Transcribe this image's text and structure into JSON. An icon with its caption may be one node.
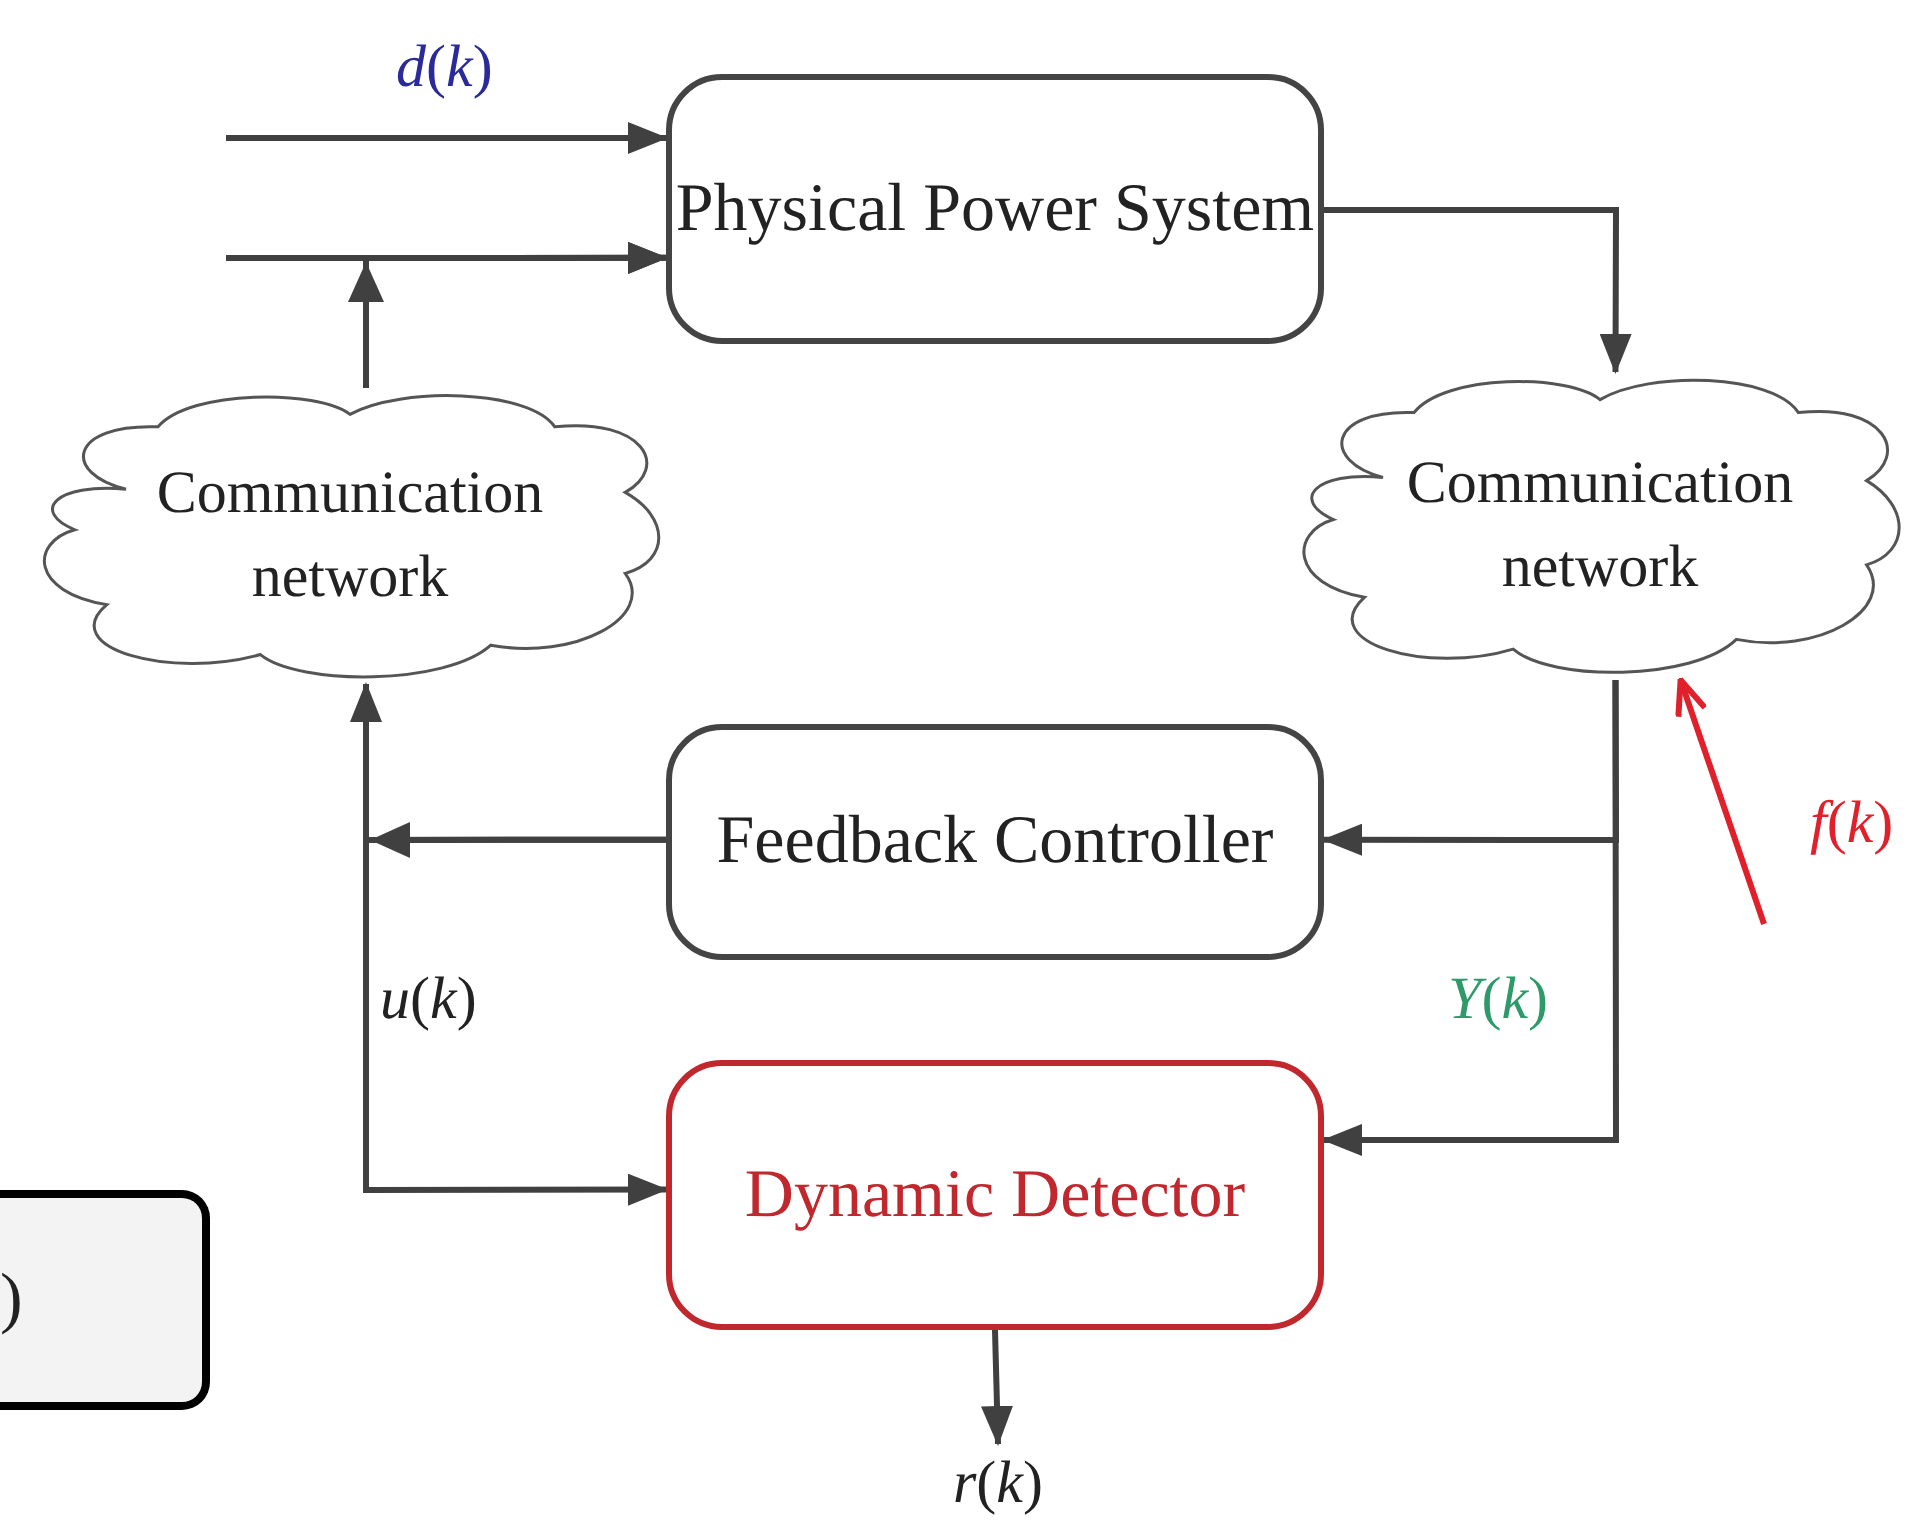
{
  "diagram": {
    "nodes": [
      {
        "text": [
          "Physical Power System"
        ]
      },
      {
        "text": [
          "Communication network"
        ]
      },
      {
        "text": [
          "Communication network"
        ]
      },
      {
        "text": [
          "Feedback Controller"
        ]
      },
      {
        "text": [
          "Dynamic Detector"
        ]
      },
      {
        "text": [
          "*r*(*k*)"
        ]
      },
      {
        "text": [
          ")"
        ]
      }
    ],
    "edges": [
      {
        "from": null,
        "to": 0,
        "arrow": "to",
        "label": "*d*(*k*)"
      },
      {
        "from": null,
        "to": 0,
        "arrow": "to"
      },
      {
        "from": 1,
        "to": 0,
        "arrow": "to"
      },
      {
        "from": 0,
        "to": 2,
        "arrow": "to"
      },
      {
        "from": null,
        "to": 2,
        "arrow": "to",
        "label": "*f*(*k*)",
        "color": "#e0202a"
      },
      {
        "from": 2,
        "to": 3,
        "arrow": "to"
      },
      {
        "from": 2,
        "to": 4,
        "arrow": "to",
        "label": "*Y*(*k*)"
      },
      {
        "from": 3,
        "to": 1,
        "arrow": "to"
      },
      {
        "from": 3,
        "to": 4,
        "arrow": "to",
        "label": "*u*(*k*)"
      },
      {
        "from": 4,
        "to": 5,
        "arrow": "to"
      }
    ]
  }
}
